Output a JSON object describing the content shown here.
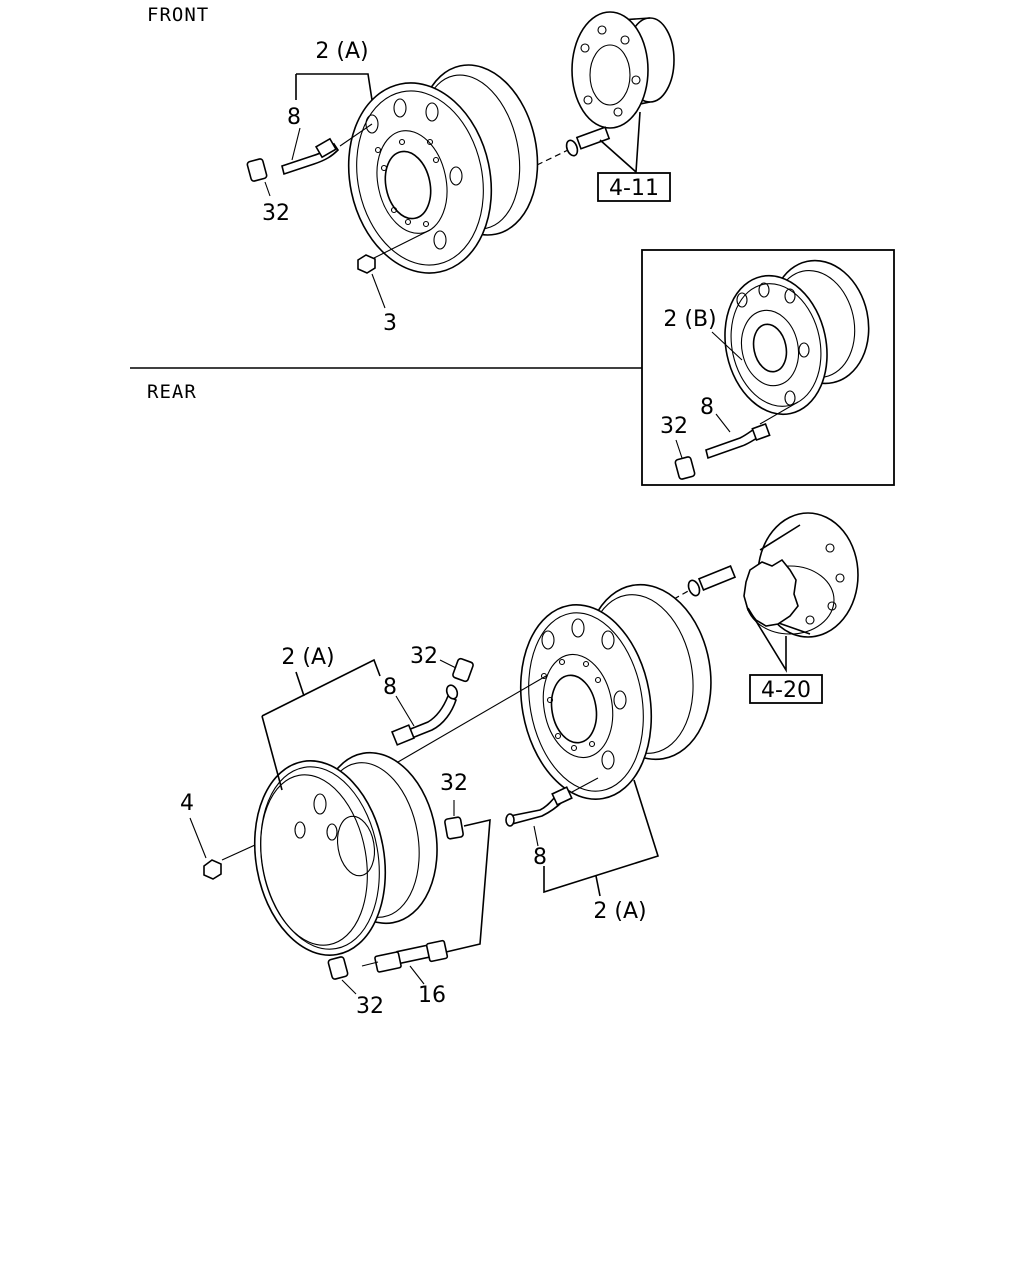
{
  "sections": {
    "front": "FRONT",
    "rear": "REAR"
  },
  "labels": {
    "front_wheel": "2 (A)",
    "front_valve": "8",
    "front_cap": "32",
    "front_nut": "3",
    "front_ref": "4-11",
    "inset_wheel": "2 (B)",
    "inset_valve": "8",
    "inset_cap": "32",
    "rear_outer_wheel": "2 (A)",
    "rear_outer_valve": "8",
    "rear_outer_cap": "32",
    "rear_nut": "4",
    "rear_inner_cap": "32",
    "rear_inner_valve": "8",
    "rear_inner_wheel": "2 (A)",
    "rear_ref": "4-20",
    "extension": "16",
    "extension_cap": "32"
  }
}
